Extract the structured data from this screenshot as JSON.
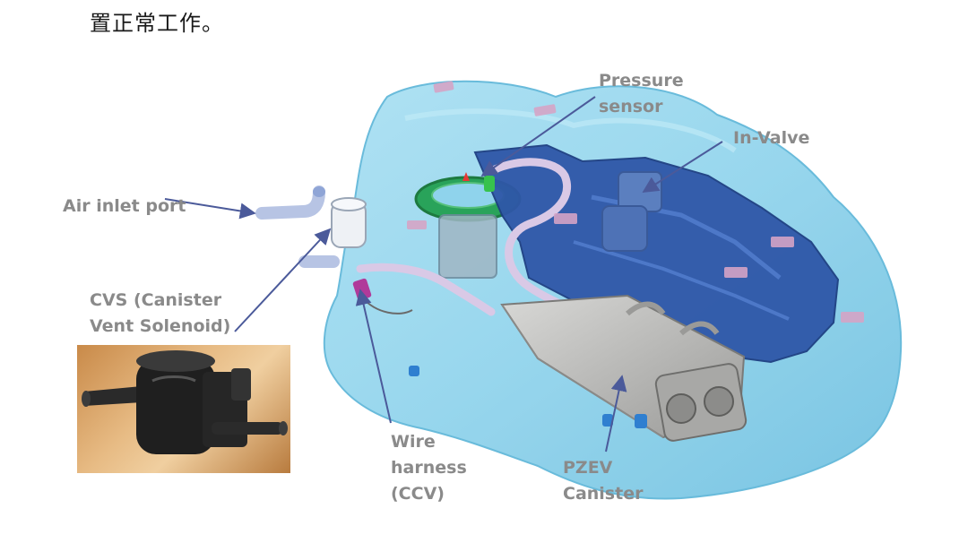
{
  "caption": "置正常工作。",
  "labels": {
    "pressure_sensor": [
      "Pressure",
      "sensor"
    ],
    "in_valve": "In-Valve",
    "air_inlet_port": "Air inlet port",
    "cvs": [
      "CVS (Canister",
      "Vent Solenoid)"
    ],
    "wire_harness": [
      "Wire",
      "harness",
      "(CCV)"
    ],
    "pzev_canister": [
      "PZEV",
      "Canister"
    ]
  },
  "colors": {
    "label_text": "#8a8a8a",
    "arrow": "#4b5a9a",
    "tank_fill": "#8fd3ec",
    "tank_edge": "#5db6d8",
    "module_fill": "#2f57a8",
    "canister_fill": "#b5b5b3"
  }
}
